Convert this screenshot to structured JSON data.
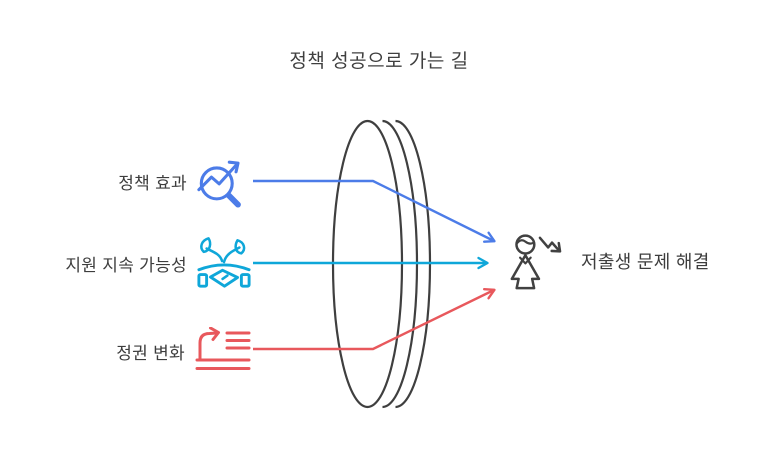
{
  "title": "정책 성공으로 가는 길",
  "inputs": [
    {
      "id": "policy-effect",
      "label": "정책 효과",
      "icon": "chart-growth-magnifier-icon",
      "color": "#4c7ce8"
    },
    {
      "id": "support-sustainability",
      "label": "지원 지속 가능성",
      "icon": "handshake-sprout-icon",
      "color": "#0fa7d9"
    },
    {
      "id": "regime-change",
      "label": "정권 변화",
      "icon": "list-change-arrow-icon",
      "color": "#e8585c"
    }
  ],
  "lens": {
    "shape": "converging-lens",
    "stroke": "#3f3f3f"
  },
  "output": {
    "label": "저출생 문제 해결",
    "icon": "person-decline-icon",
    "color": "#414141"
  }
}
